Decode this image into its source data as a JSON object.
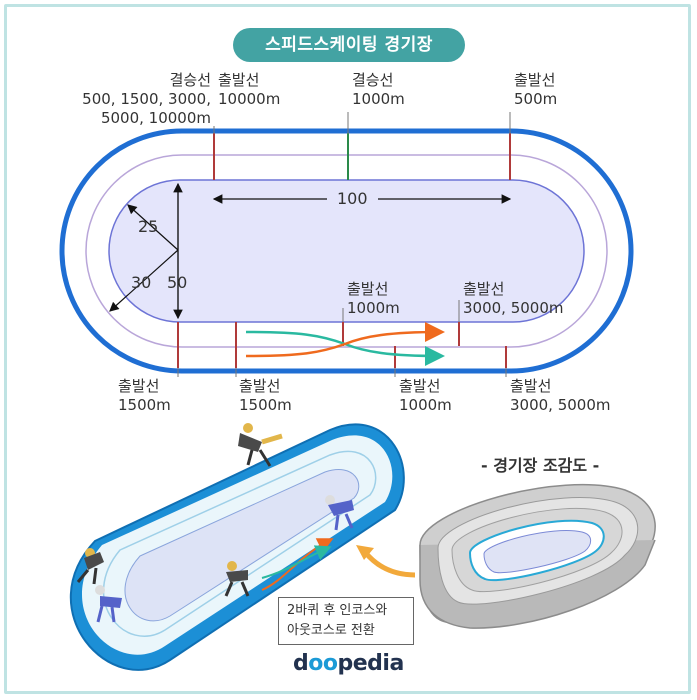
{
  "title": "스피드스케이팅 경기장",
  "top_labels": {
    "finish_multi": {
      "name": "결승선",
      "d1": "500, 1500, 3000,",
      "d2": "5000, 10000m"
    },
    "start_10000": {
      "name": "출발선",
      "d1": "10000m"
    },
    "finish_1000": {
      "name": "결승선",
      "d1": "1000m"
    },
    "start_500": {
      "name": "출발선",
      "d1": "500m"
    }
  },
  "inner_labels": {
    "start_1000": {
      "name": "출발선",
      "d1": "1000m"
    },
    "start_3000_5000": {
      "name": "출발선",
      "d1": "3000, 5000m"
    }
  },
  "bottom_labels": {
    "start_1500_a": {
      "name": "출발선",
      "d1": "1500m"
    },
    "start_1500_b": {
      "name": "출발선",
      "d1": "1500m"
    },
    "start_1000_b": {
      "name": "출발선",
      "d1": "1000m"
    },
    "start_3000_5000_b": {
      "name": "출발선",
      "d1": "3000, 5000m"
    }
  },
  "dimensions": {
    "length": "100",
    "inner_radius": "25",
    "outer_radius": "30",
    "width": "50"
  },
  "bird_view_title": "- 경기장 조감도 -",
  "callout": {
    "line1": "2바퀴 후 인코스와",
    "line2": "아웃코스로 전환"
  },
  "logo": {
    "pre": "d",
    "oo": "oo",
    "post": "pedia"
  },
  "colors": {
    "track_outer": "#1f6ed3",
    "infield": "#e4e5fb",
    "teal": "#2ab9a0",
    "orange": "#ef6a1e",
    "title_bg": "#43a3a3"
  }
}
